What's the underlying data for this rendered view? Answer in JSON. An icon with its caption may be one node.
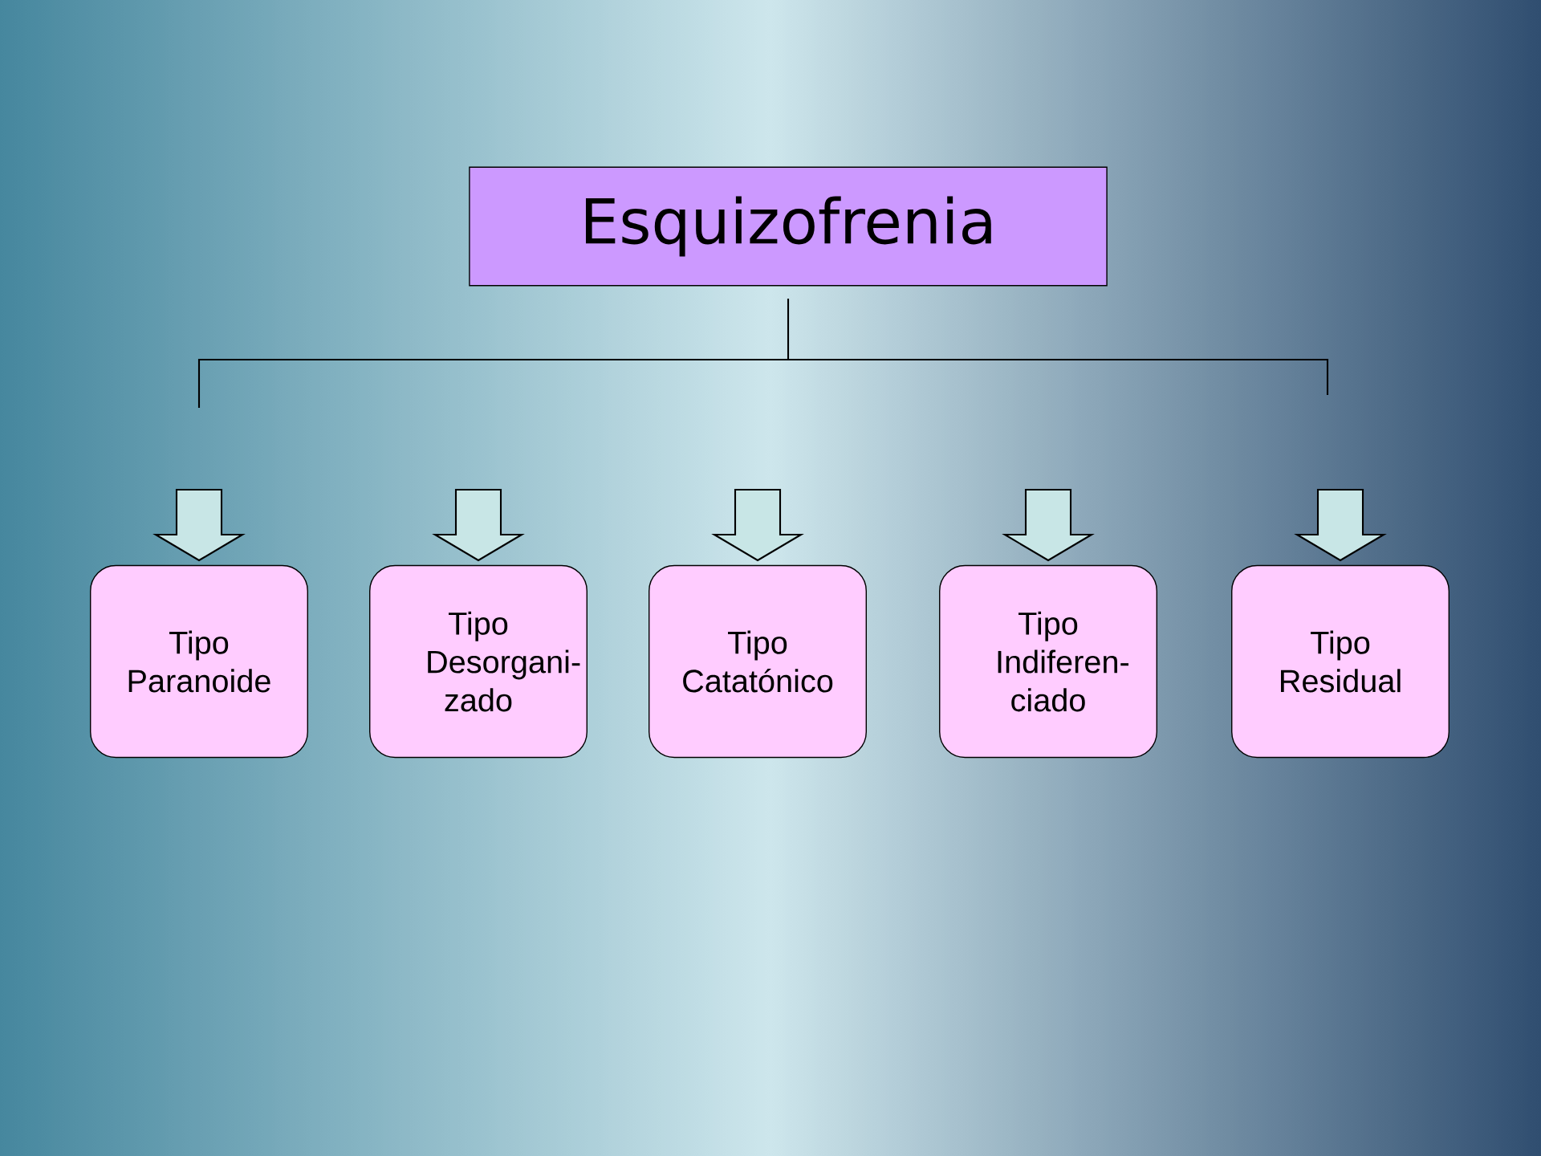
{
  "diagram": {
    "nodes": [
      {
        "text": [
          "Esquizofrenia"
        ]
      },
      {
        "text": [
          "Tipo Paranoide"
        ]
      },
      {
        "text": [
          "Tipo Desorgani- zado"
        ]
      },
      {
        "text": [
          "Tipo Catatónico"
        ]
      },
      {
        "text": [
          "Tipo Indiferen- ciado"
        ]
      },
      {
        "text": [
          "Tipo Residual"
        ]
      }
    ],
    "edges": [
      {
        "from": null,
        "to": 1,
        "arrow": "to"
      },
      {
        "from": null,
        "to": 2,
        "arrow": "to"
      },
      {
        "from": null,
        "to": 3,
        "arrow": "to"
      },
      {
        "from": null,
        "to": 4,
        "arrow": "to"
      },
      {
        "from": null,
        "to": 5,
        "arrow": "to"
      }
    ]
  }
}
